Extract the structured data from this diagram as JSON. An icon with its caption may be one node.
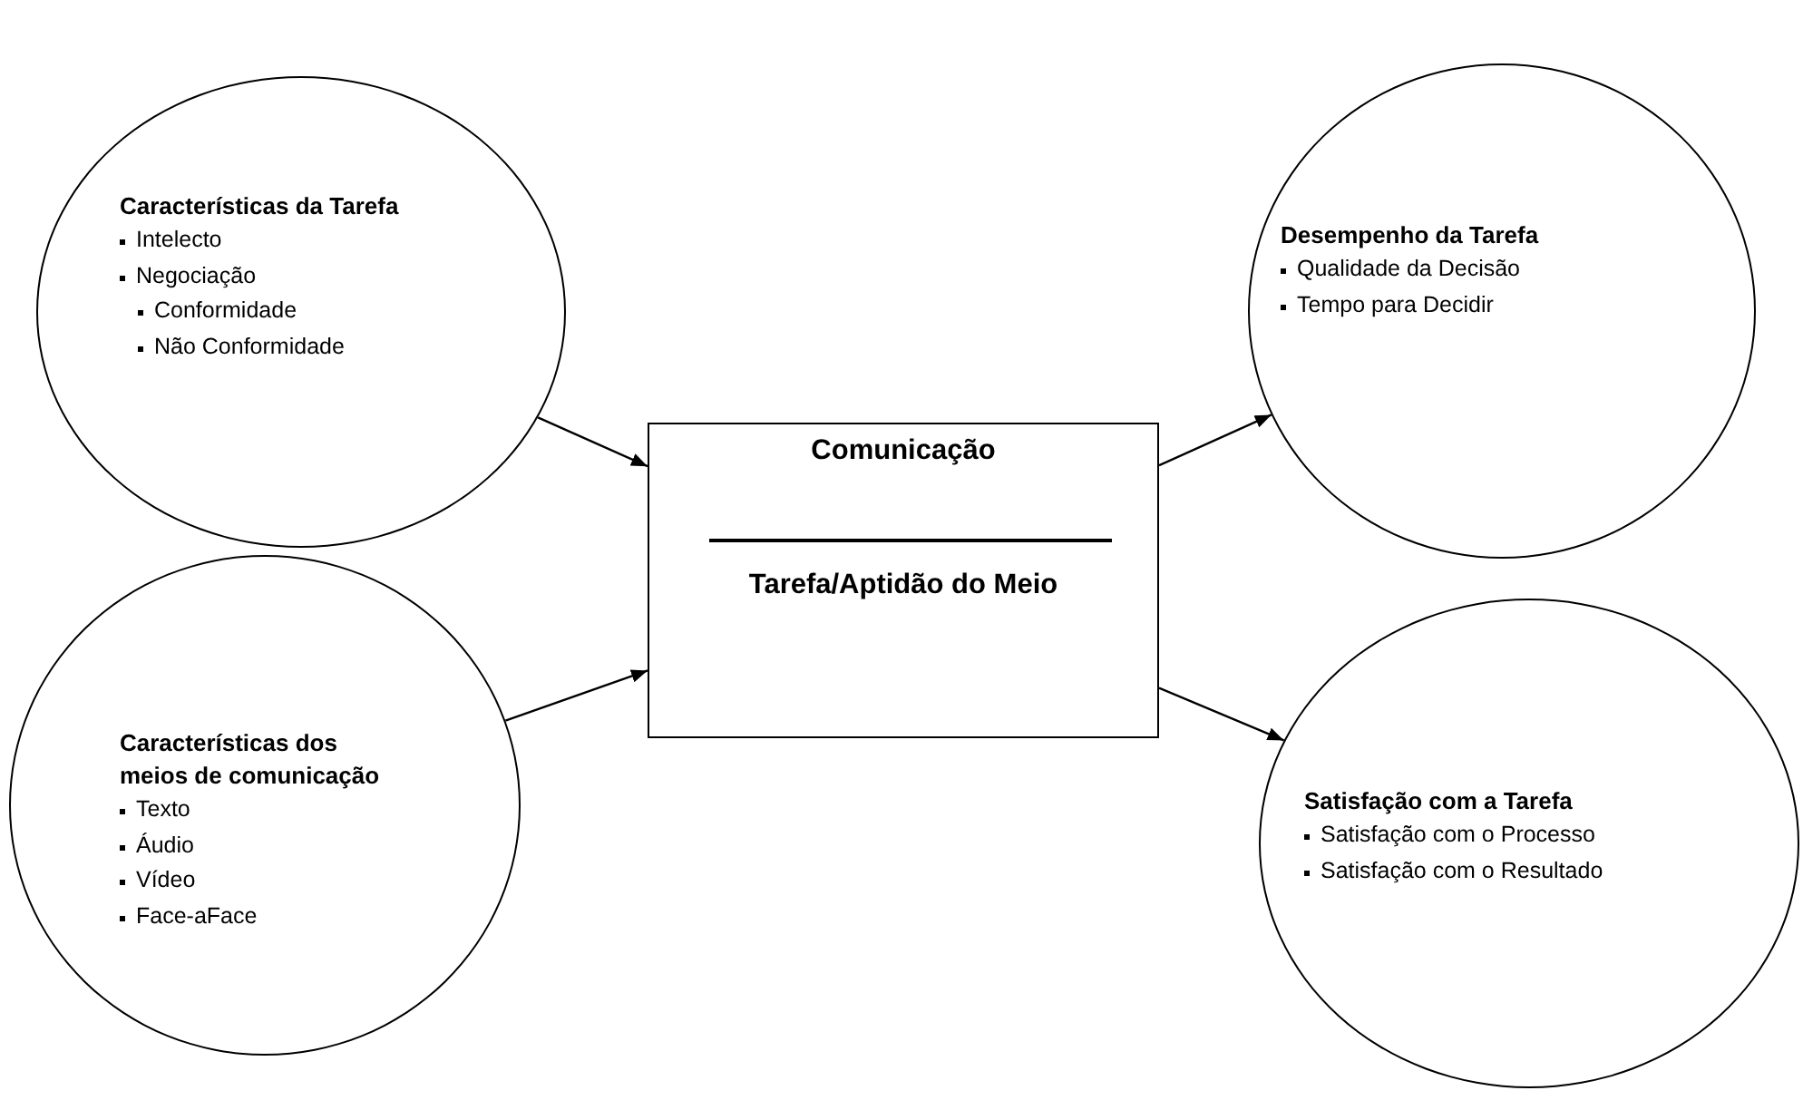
{
  "diagram": {
    "nodes": [
      {
        "text": [
          "Características da Tarefa",
          "Intelecto",
          "Negociação",
          "Conformidade",
          "Não Conformidade"
        ]
      },
      {
        "text": [
          "Características dos meios de comunicação",
          "Texto",
          "Áudio",
          "Vídeo",
          "Face-aFace"
        ]
      },
      {
        "text": [
          "Comunicação",
          "Tarefa/Aptidão do Meio"
        ]
      },
      {
        "text": [
          "Desempenho da Tarefa",
          "Qualidade da Decisão",
          "Tempo para Decidir"
        ]
      },
      {
        "text": [
          "Satisfação com a Tarefa",
          "Satisfação com o Processo",
          "Satisfação com o Resultado"
        ]
      }
    ],
    "edges": [
      {
        "from": 0,
        "to": 2,
        "arrow": "to"
      },
      {
        "from": 1,
        "to": 2,
        "arrow": "to"
      },
      {
        "from": 2,
        "to": 3,
        "arrow": "to"
      },
      {
        "from": 2,
        "to": 4,
        "arrow": "to"
      }
    ]
  }
}
